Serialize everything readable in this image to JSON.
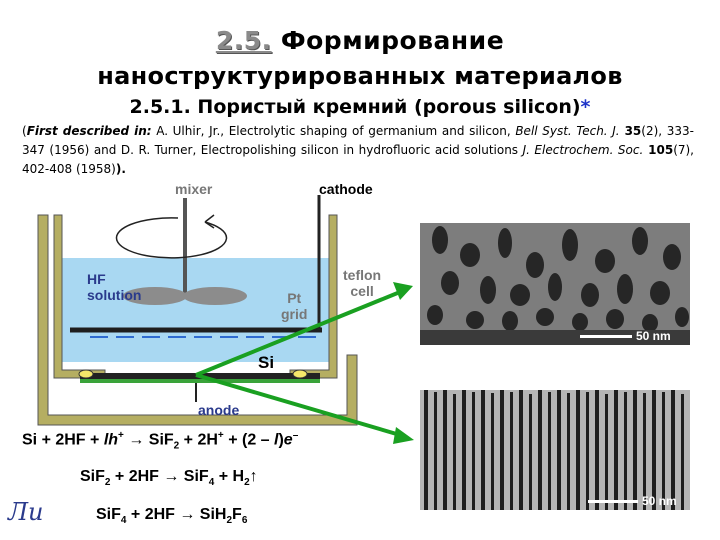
{
  "slide": {
    "title_num": "2.5.",
    "title_rest": " Формирование",
    "title_line2": "наноструктурированных материалов",
    "subtitle": "2.5.1. Пористый кремний (porous silicon)",
    "subtitle_star": "*"
  },
  "reference": {
    "p1_label": "First described in:",
    "p1_authors": " A. Ulhir, Jr., Electrolytic shaping of germanium and silicon, ",
    "p1_journal": "Bell Syst. Tech. J.",
    "p1_vol": " 35",
    "p1_rest": "(2), 333-347 (1956) and D. R. Turner, Electropolishing silicon in hydrofluoric acid solutions ",
    "p2_journal": "J. Electrochem. Soc.",
    "p2_vol": " 105",
    "p2_rest": "(7), 402-408 (1958)",
    "close": ")."
  },
  "diagram": {
    "mixer": "mixer",
    "cathode": "cathode",
    "hf_line1": "HF",
    "hf_line2": "solution",
    "teflon_line1": "teflon",
    "teflon_line2": "cell",
    "pt_line1": "Pt",
    "pt_line2": "grid",
    "si": "Si",
    "anode": "anode",
    "colors": {
      "solution": "#a9d8f2",
      "cell": "#b5ae62",
      "arrow": "#1aa021",
      "label_gray": "#777777",
      "label_blue": "#2a3a8c"
    }
  },
  "equations": {
    "eq1_a": "Si + 2HF + ",
    "eq1_lh": "lh",
    "eq1_plus": "+",
    "eq1_b": " → SiF",
    "eq1_sub2": "2",
    "eq1_c": " + 2H",
    "eq1_sup": "+",
    "eq1_d": " + (2 – ",
    "eq1_l": "l",
    "eq1_e": ")",
    "eq1_ee": "e",
    "eq1_minus": "–",
    "eq2_a": "SiF",
    "eq2_s1": "2",
    "eq2_b": " + 2HF → SiF",
    "eq2_s2": "4",
    "eq2_c": " + H",
    "eq2_s3": "2",
    "eq2_d": "↑",
    "eq3_a": "SiF",
    "eq3_s1": "4",
    "eq3_b": " + 2HF → SiH",
    "eq3_s2": "2",
    "eq3_c": "F",
    "eq3_s3": "6"
  },
  "images": {
    "top_scale": "50 nm",
    "bottom_scale": "50 nm"
  },
  "logo": "Ли"
}
